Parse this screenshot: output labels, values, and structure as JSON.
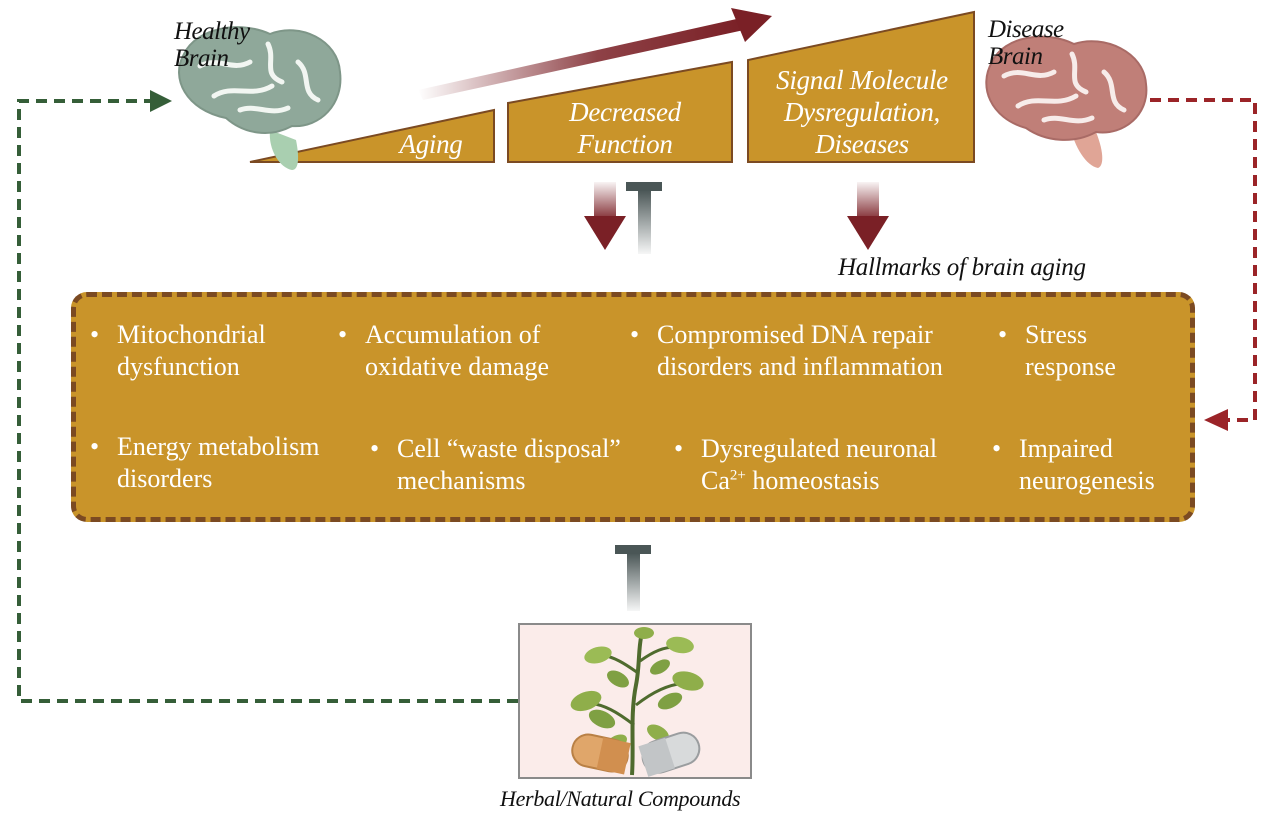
{
  "brains": {
    "healthy": {
      "line1": "Healthy",
      "line2": "Brain",
      "icon": "healthy-brain-icon",
      "color": "#8fa89a"
    },
    "disease": {
      "line1": "Disease",
      "line2": "Brain",
      "icon": "disease-brain-icon",
      "color": "#c07f78"
    }
  },
  "stages": [
    {
      "lines": [
        "Aging"
      ]
    },
    {
      "lines": [
        "Decreased",
        "Function"
      ]
    },
    {
      "lines": [
        "Signal Molecule",
        "Dysregulation,",
        "Diseases"
      ]
    }
  ],
  "hallmarks": {
    "title": "Hallmarks of brain aging",
    "row1": [
      {
        "l1": "Mitochondrial",
        "l2": "dysfunction"
      },
      {
        "l1": "Accumulation of",
        "l2": "oxidative damage"
      },
      {
        "l1": "Compromised DNA repair",
        "l2": "disorders and inflammation"
      },
      {
        "l1": "Stress",
        "l2": "response"
      }
    ],
    "row2": [
      {
        "l1": "Energy metabolism",
        "l2": "disorders"
      },
      {
        "l1": "Cell “waste disposal”",
        "l2": "mechanisms"
      },
      {
        "l1": "Dysregulated neuronal",
        "l2a": "Ca",
        "sup": "2+",
        "l2b": " homeostasis"
      },
      {
        "l1": "Impaired",
        "l2": "neurogenesis"
      }
    ]
  },
  "herbal": {
    "label": "Herbal/Natural Compounds",
    "icon": "plant-capsule-icon"
  },
  "colors": {
    "gold": "#c9942a",
    "box_border": "#7b4a22",
    "arrow_red": "#7a2026",
    "inhibit_gray": "#4a5656",
    "green_dashed": "#355e38",
    "red_dashed": "#9b2428"
  }
}
